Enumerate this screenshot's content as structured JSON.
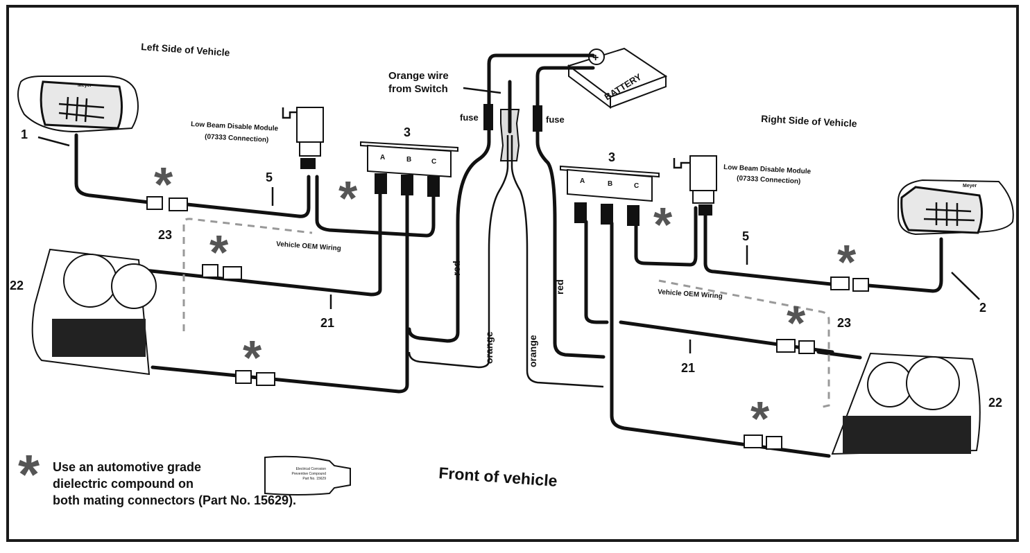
{
  "titles": {
    "left_side": "Left Side of Vehicle",
    "right_side": "Right Side of Vehicle",
    "front": "Front of vehicle"
  },
  "labels": {
    "orange_wire_line1": "Orange wire",
    "orange_wire_line2": "from Switch",
    "fuse": "fuse",
    "battery": "BATTERY",
    "battery_terminal": "+",
    "module_line1": "Low Beam Disable Module",
    "module_line2": "(07333 Connection)",
    "oem_wiring": "Vehicle OEM Wiring",
    "red": "red",
    "orange": "orange",
    "brand": "Meyer",
    "relay_pins": [
      "A",
      "B",
      "C"
    ]
  },
  "callouts": {
    "plow_light_left": "1",
    "plow_light_right": "2",
    "relay_module": "3",
    "module_harness": "5",
    "vehicle_harness": "21",
    "vehicle_headlamp": "22",
    "oem_wiring": "23"
  },
  "note": {
    "line1": "Use an automotive grade",
    "line2": "dielectric compound on",
    "line3": "both mating connectors (Part No. 15629).",
    "tube_line1": "Electrical Corrosion",
    "tube_line2": "Preventive Compound",
    "tube_line3": "Part No. 15629"
  },
  "colors": {
    "ink": "#111111",
    "asterisk": "#555555",
    "oem_dash": "#999999"
  }
}
